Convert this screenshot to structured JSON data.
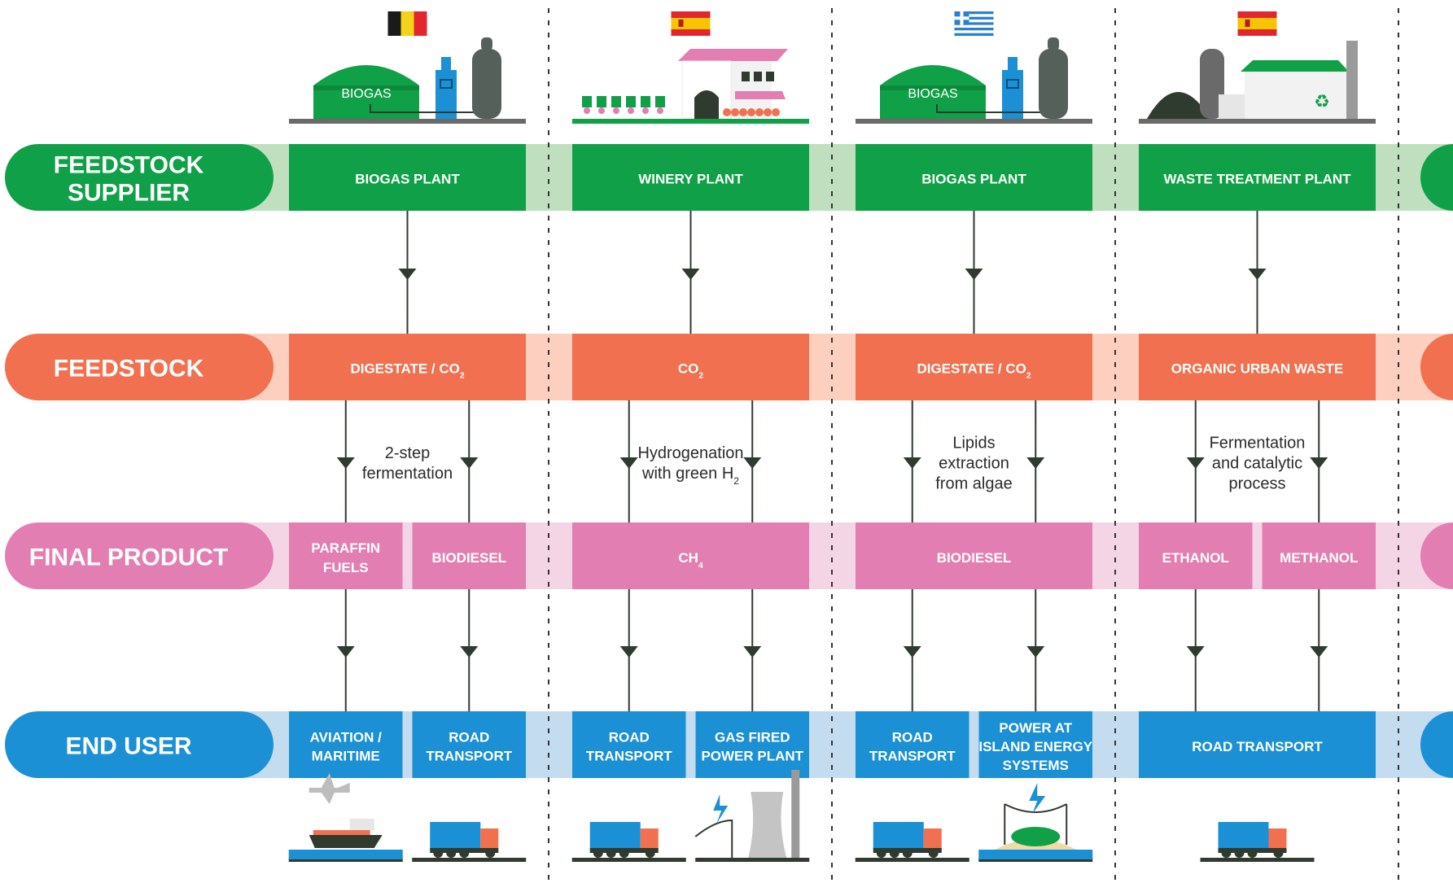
{
  "rows": {
    "supplier": {
      "label_lines": [
        "FEEDSTOCK",
        "SUPPLIER"
      ],
      "color": "#10a048",
      "pale": "#bfdfbf"
    },
    "feedstock": {
      "label_lines": [
        "FEEDSTOCK"
      ],
      "color": "#f07050",
      "pale": "#fccfbe"
    },
    "product": {
      "label_lines": [
        "FINAL PRODUCT"
      ],
      "color": "#e27eb2",
      "pale": "#f4d5e6"
    },
    "enduser": {
      "label_lines": [
        "END USER"
      ],
      "color": "#1b90d4",
      "pale": "#c4dcef"
    }
  },
  "columns": [
    {
      "country": "Belgium",
      "flag": "belgium",
      "facility_icon": "biogas-plant-icon",
      "biogas_label": "BIOGAS",
      "supplier": [
        "BIOGAS PLANT"
      ],
      "feedstock": [
        "DIGESTATE / CO",
        "2"
      ],
      "process": [
        "2-step",
        "fermentation"
      ],
      "products": [
        [
          "PARAFFIN",
          "FUELS"
        ],
        [
          "BIODIESEL"
        ]
      ],
      "end_users": [
        [
          "AVIATION /",
          "MARITIME"
        ],
        [
          "ROAD",
          "TRANSPORT"
        ]
      ],
      "end_icons": [
        "aviation-maritime-icon",
        "truck-icon"
      ]
    },
    {
      "country": "Spain",
      "flag": "spain",
      "facility_icon": "winery-icon",
      "biogas_label": "",
      "supplier": [
        "WINERY PLANT"
      ],
      "feedstock": [
        "CO",
        "2"
      ],
      "process": [
        "Hydrogenation",
        "with green H",
        "2"
      ],
      "products": [
        [
          "CH",
          "4"
        ]
      ],
      "end_users": [
        [
          "ROAD",
          "TRANSPORT"
        ],
        [
          "GAS FIRED",
          "POWER PLANT"
        ]
      ],
      "end_icons": [
        "truck-icon",
        "power-plant-icon"
      ]
    },
    {
      "country": "Greece",
      "flag": "greece",
      "facility_icon": "biogas-plant-icon",
      "biogas_label": "BIOGAS",
      "supplier": [
        "BIOGAS PLANT"
      ],
      "feedstock": [
        "DIGESTATE / CO",
        "2"
      ],
      "process": [
        "Lipids",
        "extraction",
        "from algae"
      ],
      "products": [
        [
          "BIODIESEL"
        ]
      ],
      "end_users": [
        [
          "ROAD",
          "TRANSPORT"
        ],
        [
          "POWER AT",
          "ISLAND ENERGY",
          "SYSTEMS"
        ]
      ],
      "end_icons": [
        "truck-icon",
        "island-energy-icon"
      ]
    },
    {
      "country": "Spain",
      "flag": "spain",
      "facility_icon": "waste-treatment-icon",
      "biogas_label": "",
      "supplier": [
        "WASTE TREATMENT PLANT"
      ],
      "feedstock": [
        "ORGANIC URBAN WASTE"
      ],
      "process": [
        "Fermentation",
        "and catalytic",
        "process"
      ],
      "products": [
        [
          "ETHANOL"
        ],
        [
          "METHANOL"
        ]
      ],
      "end_users": [
        [
          "ROAD TRANSPORT"
        ]
      ],
      "end_icons": [
        "truck-icon"
      ]
    }
  ]
}
